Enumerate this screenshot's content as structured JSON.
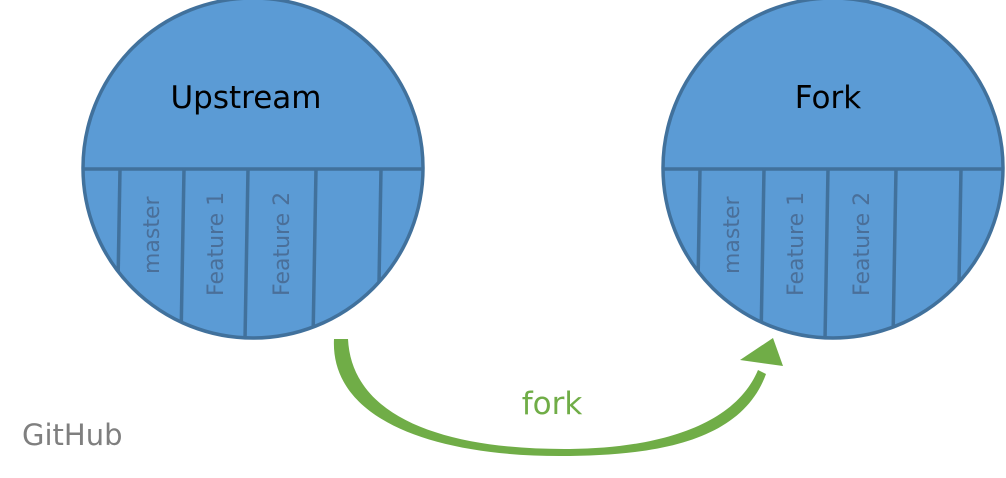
{
  "repos": [
    {
      "title": "Upstream",
      "branches": [
        "master",
        "Feature 1",
        "Feature 2"
      ]
    },
    {
      "title": "Fork",
      "branches": [
        "master",
        "Feature 1",
        "Feature 2"
      ]
    }
  ],
  "arrow": {
    "label": "fork"
  },
  "platform": {
    "label": "GitHub"
  },
  "colors": {
    "circle_fill": "#5b9bd5",
    "circle_outline": "#41719c",
    "arrow": "#70ad47",
    "branch_text": "#4a6f99",
    "platform_text": "#7f7f7f"
  }
}
